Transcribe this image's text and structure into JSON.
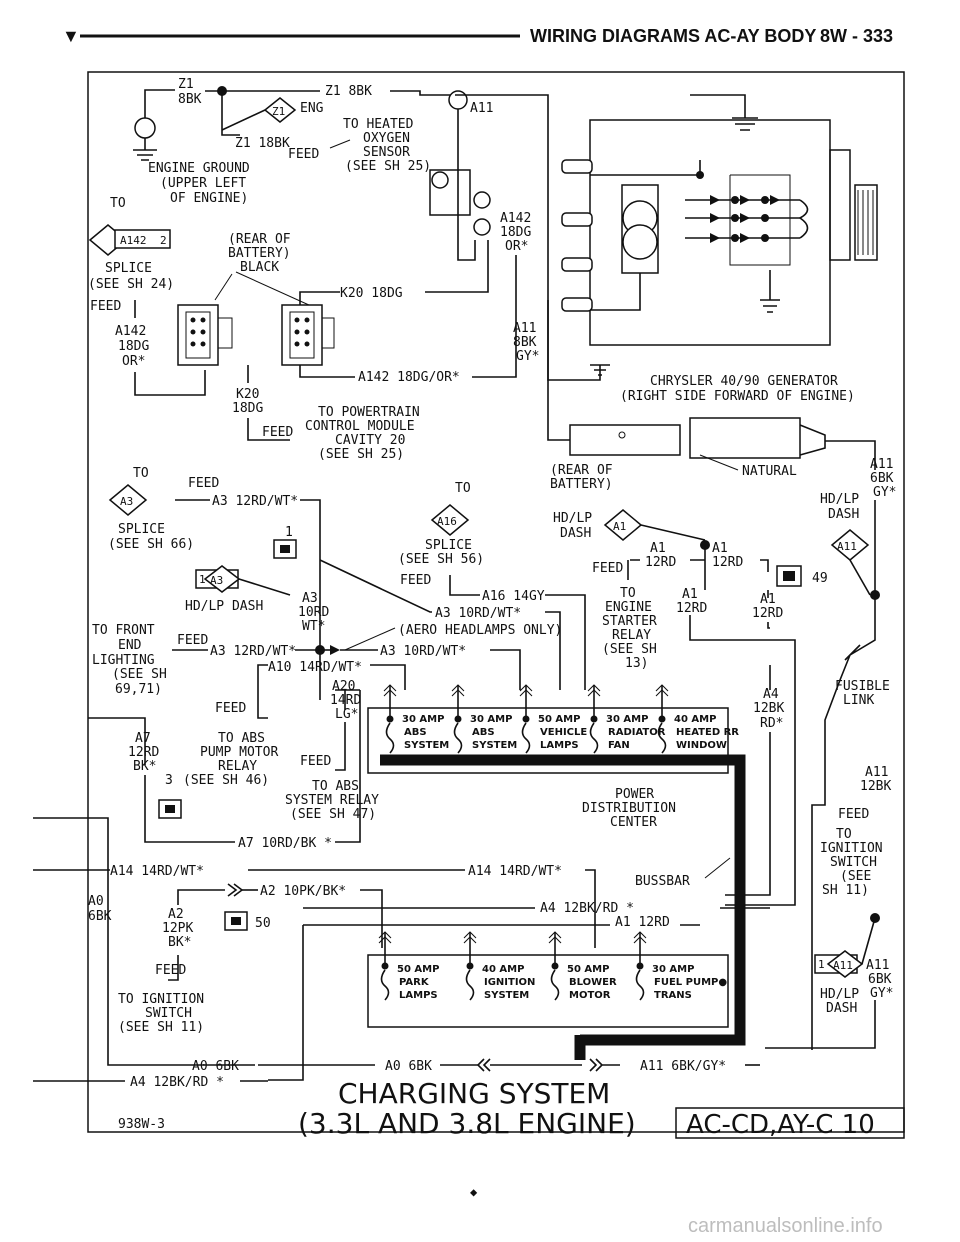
{
  "header": {
    "marker": "▼",
    "title": "WIRING DIAGRAMS AC-AY BODY",
    "page": "8W - 333"
  },
  "ground": {
    "wire_top": "Z1",
    "wire_top_gauge": "8BK",
    "wire_right": "Z1 8BK",
    "splice": "Z1",
    "eng": "ENG",
    "wire_lower": "Z1 18BK",
    "feed": "FEED",
    "label1": "ENGINE GROUND",
    "label2": "(UPPER LEFT",
    "label3": "OF ENGINE)"
  },
  "o2": {
    "l1": "TO HEATED",
    "l2": "OXYGEN",
    "l3": "SENSOR",
    "l4": "(SEE SH 25)"
  },
  "a142_splice": {
    "to": "TO",
    "splice": "A142",
    "pin": "2",
    "l1": "SPLICE",
    "l2": "(SEE SH 24)",
    "feed": "FEED",
    "wire1": "A142",
    "wire2": "18DG",
    "wire3": "OR*"
  },
  "battery_rear": {
    "l1": "(REAR OF",
    "l2": "BATTERY)",
    "l3": "BLACK"
  },
  "k20_wire": "K20 18DG",
  "a142_wire": "A142 18DG/OR*",
  "k20_lower": {
    "l1": "K20",
    "l2": "18DG"
  },
  "pcm": {
    "feed": "FEED",
    "l1": "TO POWERTRAIN",
    "l2": "CONTROL MODULE",
    "l3": "CAVITY 20",
    "l4": "(SEE SH 25)"
  },
  "gen_wires": {
    "a11": "A11",
    "a142_1": "A142",
    "a142_2": "18DG",
    "a142_3": "OR*",
    "a11b_1": "A11",
    "a11b_2": "8BK",
    "a11b_3": "GY*"
  },
  "generator": {
    "l1": "CHRYSLER 40/90 GENERATOR",
    "l2": "(RIGHT SIDE FORWARD OF ENGINE)"
  },
  "battery2": {
    "l1": "(REAR OF",
    "l2": "BATTERY)",
    "natural": "NATURAL"
  },
  "right_a11": {
    "l1": "A11",
    "l2": "6BK",
    "l3": "GY*",
    "hdlp1": "HD/LP",
    "hdlp2": "DASH",
    "conn": "A11"
  },
  "a3_splice": {
    "to": "TO",
    "feed": "FEED",
    "splice": "A3",
    "wire": "A3 12RD/WT*",
    "l1": "SPLICE",
    "l2": "(SEE SH 66)",
    "num": "1"
  },
  "a16_splice": {
    "to": "TO",
    "splice": "A16",
    "l1": "SPLICE",
    "l2": "(SEE SH 56)",
    "feed": "FEED",
    "wire": "A16 14GY"
  },
  "hdlp_center": {
    "l1": "HD/LP",
    "l2": "DASH",
    "conn": "A1",
    "a1": "A1",
    "w1": "12RD",
    "a1b": "A1",
    "w1b": "12RD",
    "feed": "FEED",
    "num": "49"
  },
  "a3_conn": {
    "pin": "1",
    "conn": "A3",
    "l1": "HD/LP DASH",
    "w1": "A3",
    "w2": "10RD",
    "w3": "WT*",
    "wire1": "A3 10RD/WT*",
    "aero": "(AERO HEADLAMPS ONLY)",
    "wire2": "A3 10RD/WT*"
  },
  "starter": {
    "l1": "TO",
    "l2": "ENGINE",
    "l3": "STARTER",
    "l4": "RELAY",
    "l5": "(SEE SH",
    "l6": "13)",
    "a1": "A1",
    "w": "12RD",
    "a1b": "A1",
    "wb": "12RD"
  },
  "front_lighting": {
    "l1": "TO FRONT",
    "l2": "END",
    "l3": "LIGHTING",
    "l4": "(SEE SH",
    "l5": "69,71)",
    "feed": "FEED",
    "wire": "A3 12RD/WT*"
  },
  "a10_wire": "A10 14RD/WT*",
  "abs_relay_feed": {
    "feed": "FEED",
    "a20": "A20",
    "w1": "14RD",
    "w2": "LG*",
    "feed2": "FEED",
    "l1": "TO ABS",
    "l2": "SYSTEM RELAY",
    "l3": "(SEE SH 47)"
  },
  "a4_side": {
    "a4": "A4",
    "w1": "12BK",
    "w2": "RD*"
  },
  "fusible": {
    "l1": "FUSIBLE",
    "l2": "LINK"
  },
  "abs_pump": {
    "a7": "A7",
    "w1": "12RD",
    "w2": "BK*",
    "pin": "3",
    "l1": "TO ABS",
    "l2": "PUMP MOTOR",
    "l3": "RELAY",
    "l4": "(SEE SH 46)"
  },
  "fuses_top": [
    {
      "amp": "30 AMP",
      "l1": "ABS",
      "l2": "SYSTEM"
    },
    {
      "amp": "30 AMP",
      "l1": "ABS",
      "l2": "SYSTEM"
    },
    {
      "amp": "50 AMP",
      "l1": "VEHICLE",
      "l2": "LAMPS"
    },
    {
      "amp": "30 AMP",
      "l1": "RADIATOR",
      "l2": "FAN"
    },
    {
      "amp": "40 AMP",
      "l1": "HEATED RR",
      "l2": "WINDOW"
    }
  ],
  "pdc": {
    "l1": "POWER",
    "l2": "DISTRIBUTION",
    "l3": "CENTER",
    "bussbar": "BUSSBAR"
  },
  "ignition_right": {
    "a11": "A11",
    "w": "12BK",
    "feed": "FEED",
    "l1": "TO",
    "l2": "IGNITION",
    "l3": "SWITCH",
    "l4": "(SEE",
    "l5": "SH 11)"
  },
  "a7_wire": "A7 10RD/BK *",
  "a14_wire_left": "A14 14RD/WT*",
  "a14_wire_right": "A14 14RD/WT*",
  "a2_wire": "A2 10PK/BK*",
  "a0_side": {
    "l1": "A0",
    "l2": "6BK"
  },
  "a2_side": {
    "l1": "A2",
    "l2": "12PK",
    "l3": "BK*",
    "num": "50"
  },
  "a4_wire": "A4 12BK/RD *",
  "a1_wire": "A1 12RD",
  "fuses_bottom": [
    {
      "amp": "50 AMP",
      "l1": "PARK",
      "l2": "LAMPS"
    },
    {
      "amp": "40 AMP",
      "l1": "IGNITION",
      "l2": "SYSTEM"
    },
    {
      "amp": "50 AMP",
      "l1": "BLOWER",
      "l2": "MOTOR"
    },
    {
      "amp": "30 AMP",
      "l1": "FUEL PUMP●",
      "l2": "TRANS"
    }
  ],
  "ign_switch_left": {
    "feed": "FEED",
    "l1": "TO IGNITION",
    "l2": "SWITCH",
    "l3": "(SEE SH 11)"
  },
  "right_lower": {
    "pin": "1",
    "conn": "A11",
    "a11": "A11",
    "w1": "6BK",
    "w2": "GY*",
    "hd1": "HD/LP",
    "hd2": "DASH"
  },
  "a0_wire1": "A0 6BK",
  "a0_wire2": "A0 6BK",
  "a11_wire": "A11 6BK/GY*",
  "a4_bottom": "A4 12BK/RD *",
  "footer": {
    "title1": "CHARGING SYSTEM",
    "title2": "(3.3L AND 3.8L ENGINE)",
    "ref": "AC-CD,AY-C 10",
    "code": "938W-3",
    "diamond": "◆",
    "watermark": "carmanualsonline.info"
  }
}
